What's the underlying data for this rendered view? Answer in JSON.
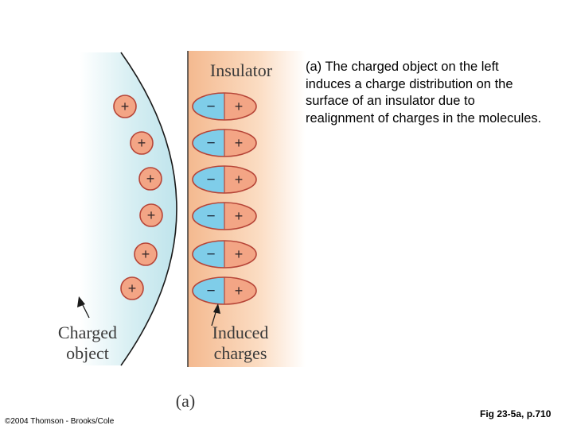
{
  "figure": {
    "insulator_label": "Insulator",
    "charged_object_label": [
      "Charged",
      "object"
    ],
    "induced_charges_label": [
      "Induced",
      "charges"
    ],
    "panel_label": "(a)",
    "plus_symbol": "+",
    "minus_symbol": "−",
    "positive_charge_count": 6,
    "dipole_count": 6,
    "colors": {
      "object_fill": "#c9e8ee",
      "insulator_fill": "#f6c09c",
      "positive_charge": "#f3a585",
      "negative_charge": "#7fcde9",
      "charge_outline": "#b64538"
    }
  },
  "caption": "(a) The charged object on the left induces a charge distribution on the surface of an insulator due to realignment of charges in the molecules.",
  "footer": {
    "copyright": "©2004 Thomson - Brooks/Cole",
    "figure_reference": "Fig 23-5a, p.710"
  }
}
